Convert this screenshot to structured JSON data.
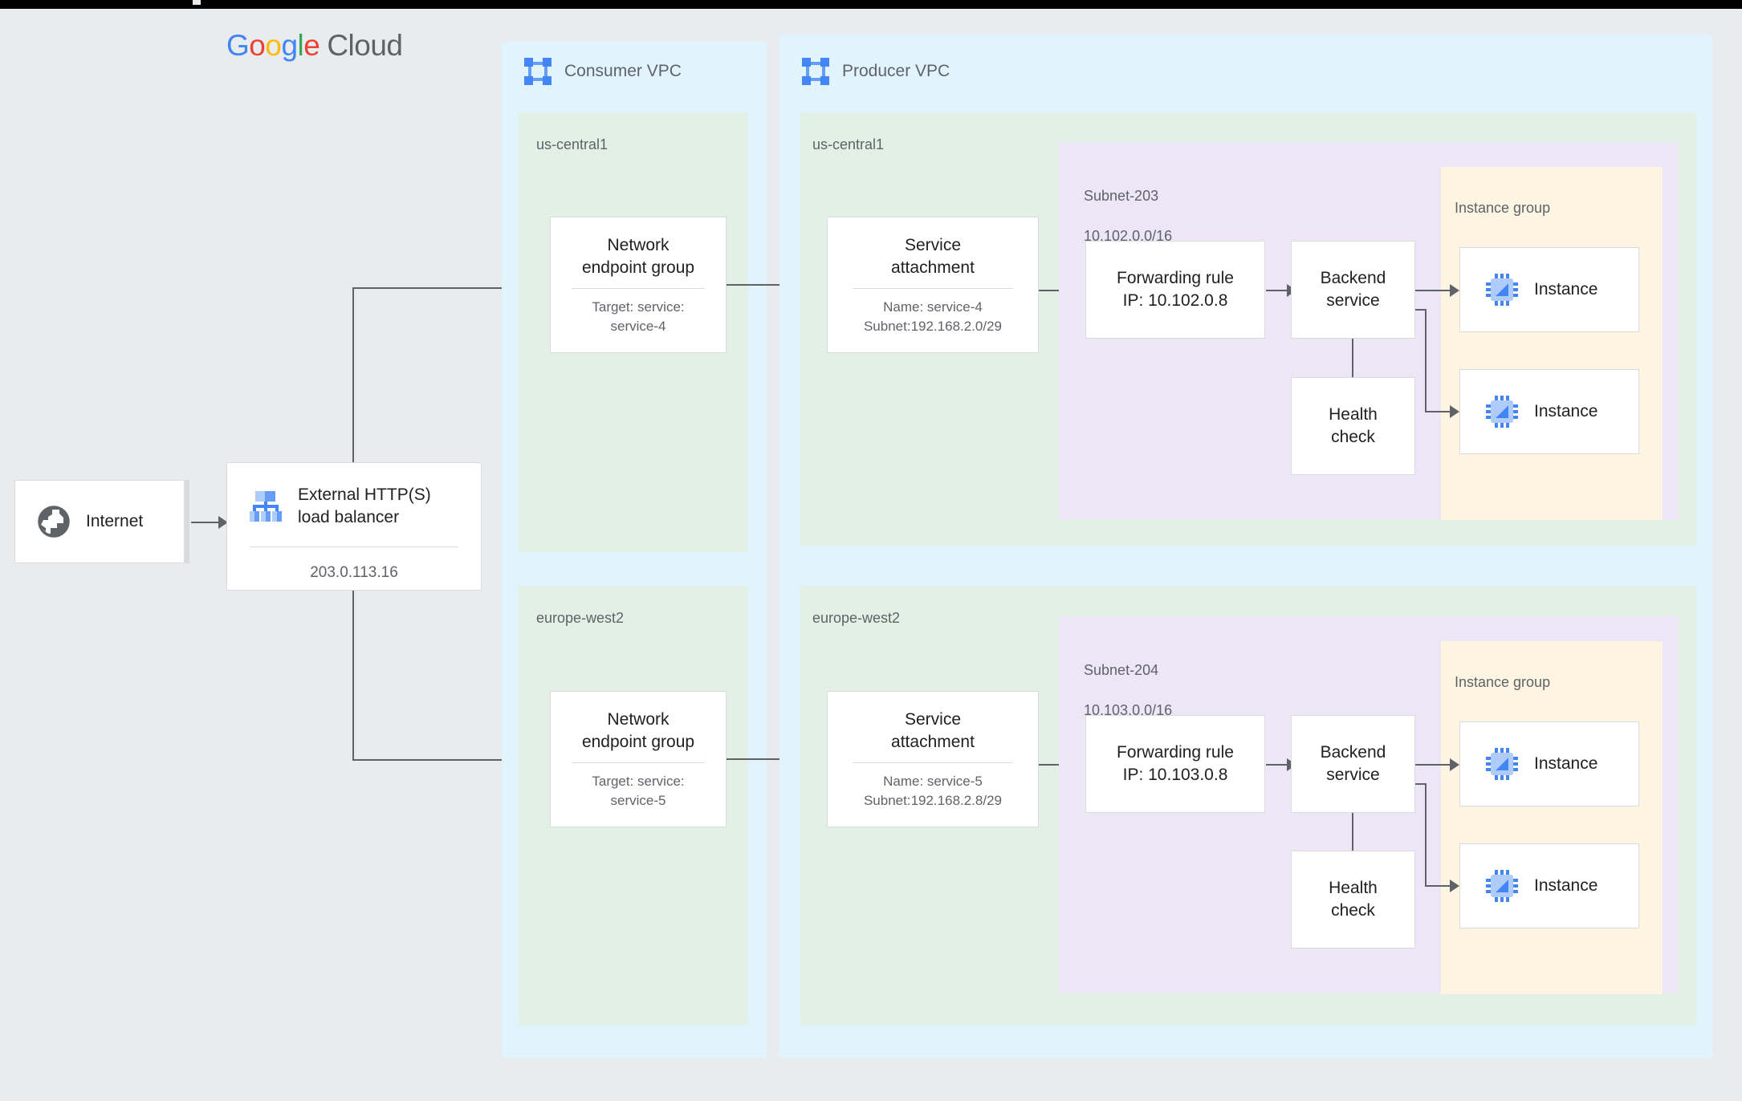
{
  "brand": {
    "g1": "G",
    "g2": "o",
    "g3": "o",
    "g4": "g",
    "g5": "l",
    "g6": "e",
    "cloud": "Cloud"
  },
  "internet": {
    "label": "Internet",
    "icon": "globe-icon"
  },
  "load_balancer": {
    "title_line1": "External HTTP(S)",
    "title_line2": "load balancer",
    "ip": "203.0.113.16",
    "icon": "load-balancer-icon"
  },
  "vpcs": [
    {
      "name": "Consumer VPC",
      "icon": "vpc-icon"
    },
    {
      "name": "Producer VPC",
      "icon": "vpc-icon"
    }
  ],
  "consumer": {
    "regions": [
      {
        "label": "us-central1",
        "node": {
          "title_line1": "Network",
          "title_line2": "endpoint group",
          "sub_line1": "Target: service:",
          "sub_line2": "service-4"
        }
      },
      {
        "label": "europe-west2",
        "node": {
          "title_line1": "Network",
          "title_line2": "endpoint group",
          "sub_line1": "Target: service:",
          "sub_line2": "service-5"
        }
      }
    ]
  },
  "producer": {
    "regions": [
      {
        "label": "us-central1",
        "service_attachment": {
          "title_line1": "Service",
          "title_line2": "attachment",
          "sub_line1": "Name: service-4",
          "sub_line2": "Subnet:192.168.2.0/29"
        },
        "subnet": {
          "label_line1": "Subnet-203",
          "label_line2": "10.102.0.0/16"
        },
        "forwarding_rule": {
          "line1": "Forwarding rule",
          "line2": "IP: 10.102.0.8"
        },
        "backend_service": {
          "line1": "Backend",
          "line2": "service"
        },
        "health_check": {
          "line1": "Health",
          "line2": "check"
        },
        "instance_group": {
          "label": "Instance group",
          "instances": [
            {
              "label": "Instance",
              "icon": "cpu-chip-icon"
            },
            {
              "label": "Instance",
              "icon": "cpu-chip-icon"
            }
          ]
        }
      },
      {
        "label": "europe-west2",
        "service_attachment": {
          "title_line1": "Service",
          "title_line2": "attachment",
          "sub_line1": "Name: service-5",
          "sub_line2": "Subnet:192.168.2.8/29"
        },
        "subnet": {
          "label_line1": "Subnet-204",
          "label_line2": "10.103.0.0/16"
        },
        "forwarding_rule": {
          "line1": "Forwarding rule",
          "line2": "IP: 10.103.0.8"
        },
        "backend_service": {
          "line1": "Backend",
          "line2": "service"
        },
        "health_check": {
          "line1": "Health",
          "line2": "check"
        },
        "instance_group": {
          "label": "Instance group",
          "instances": [
            {
              "label": "Instance",
              "icon": "cpu-chip-icon"
            },
            {
              "label": "Instance",
              "icon": "cpu-chip-icon"
            }
          ]
        }
      }
    ]
  },
  "colors": {
    "background": "#e8ecef",
    "vpc": "#e1f4fd",
    "region": "#e3f0e6",
    "subnet": "#ece6f6",
    "instance_group": "#fdf5e1",
    "node_border": "#dadce0",
    "connector": "#5f6368",
    "text_primary": "#202124",
    "text_secondary": "#5f6368",
    "google_blue": "#4285f4",
    "google_red": "#ea4335",
    "google_yellow": "#fbbc05",
    "google_green": "#34a853",
    "icon_blue": "#4285f4",
    "icon_blue_light": "#aecbfa"
  }
}
